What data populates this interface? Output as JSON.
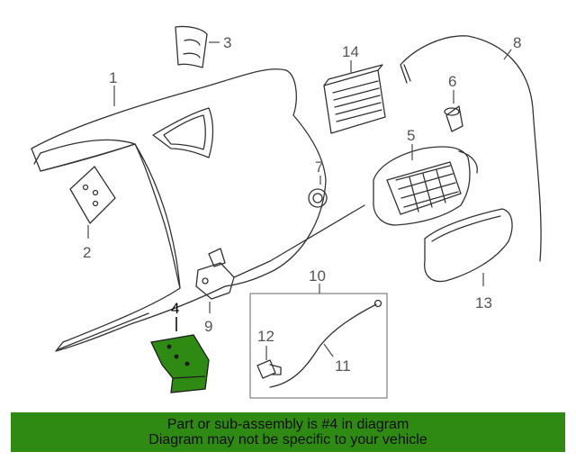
{
  "callouts": [
    "1",
    "2",
    "3",
    "4",
    "5",
    "6",
    "7",
    "8",
    "9",
    "10",
    "11",
    "12",
    "13",
    "14"
  ],
  "highlight": {
    "part_number": "4",
    "color": "#2f8a14"
  },
  "banner": {
    "line1": "Part or sub-assembly is #4 in diagram",
    "line2": "Diagram may not be specific to your vehicle",
    "background": "#2f8a14"
  }
}
